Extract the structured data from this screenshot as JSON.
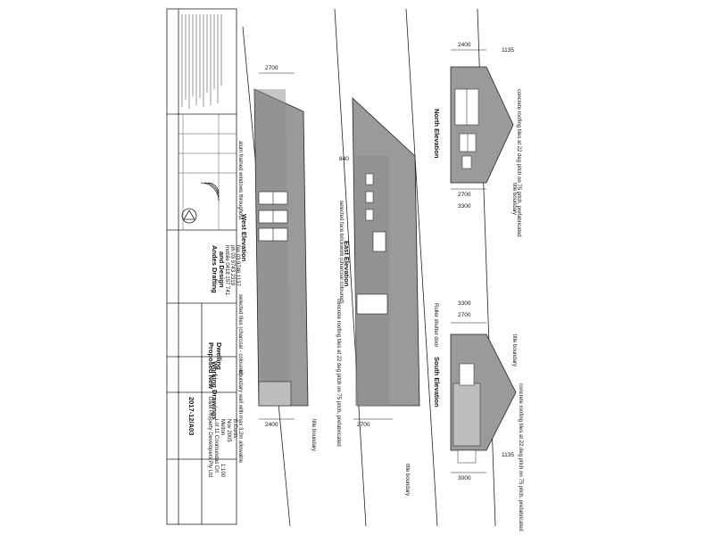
{
  "title_block": {
    "client": "D&M Property Developers Pty Ltd",
    "site_line1": "Lot 11 Coomundas Crt",
    "site_line2": "Melton",
    "project_line1": "Proposed New",
    "project_line2": "Dwelling",
    "drawing_title": "Working Drawings",
    "date": "Nov 2005",
    "drawn_by": "E.Curtis",
    "scale": "1:100",
    "drawing_no": "2017-12/A03",
    "firm_line1": "Andes Drafting",
    "firm_line2": "and Design",
    "firm_contact1": "mobile 0418 157 741",
    "firm_contact2": "ph 03 9743 2319",
    "firm_contact3": "fax 03 9746 1137"
  },
  "elevations": {
    "west": {
      "title": "West Elevation",
      "note_top": "boundary wall with max 3.2m allowable",
      "note_mid": "selected tiles (charcoal - coloured)",
      "note_bottom": "alum framed windows throughout",
      "dim_left": "2400",
      "dim_right": "2700",
      "boundary": "title boundary"
    },
    "east": {
      "title": "East Elevation",
      "note_roof": "concrete roofing tiles at 22 deg pitch on 75 pitch, prefabricated",
      "note_face": "selected face brickwork (charcoal coloured)",
      "dim_top": "2700",
      "dim_eave": "840",
      "boundary": "title boundary"
    },
    "south": {
      "title": "South Elevation",
      "note_roof": "concrete roofing tiles at 22 deg pitch on 75 pitch, prefabricated",
      "note_door": "Roller shutter door",
      "dim_top": "3000",
      "dim_top2": "1135",
      "dim_bottom": "2700",
      "dim_bottom2": "3300",
      "boundary": "title boundary"
    },
    "north": {
      "title": "North Elevation",
      "note_roof": "concrete roofing tiles at 22 deg pitch on 75 pitch, prefabricated",
      "dim_top": "2400",
      "dim_top2": "1135",
      "dim_bottom": "2700",
      "dim_bottom2": "3300",
      "boundary": "title boundary"
    }
  }
}
